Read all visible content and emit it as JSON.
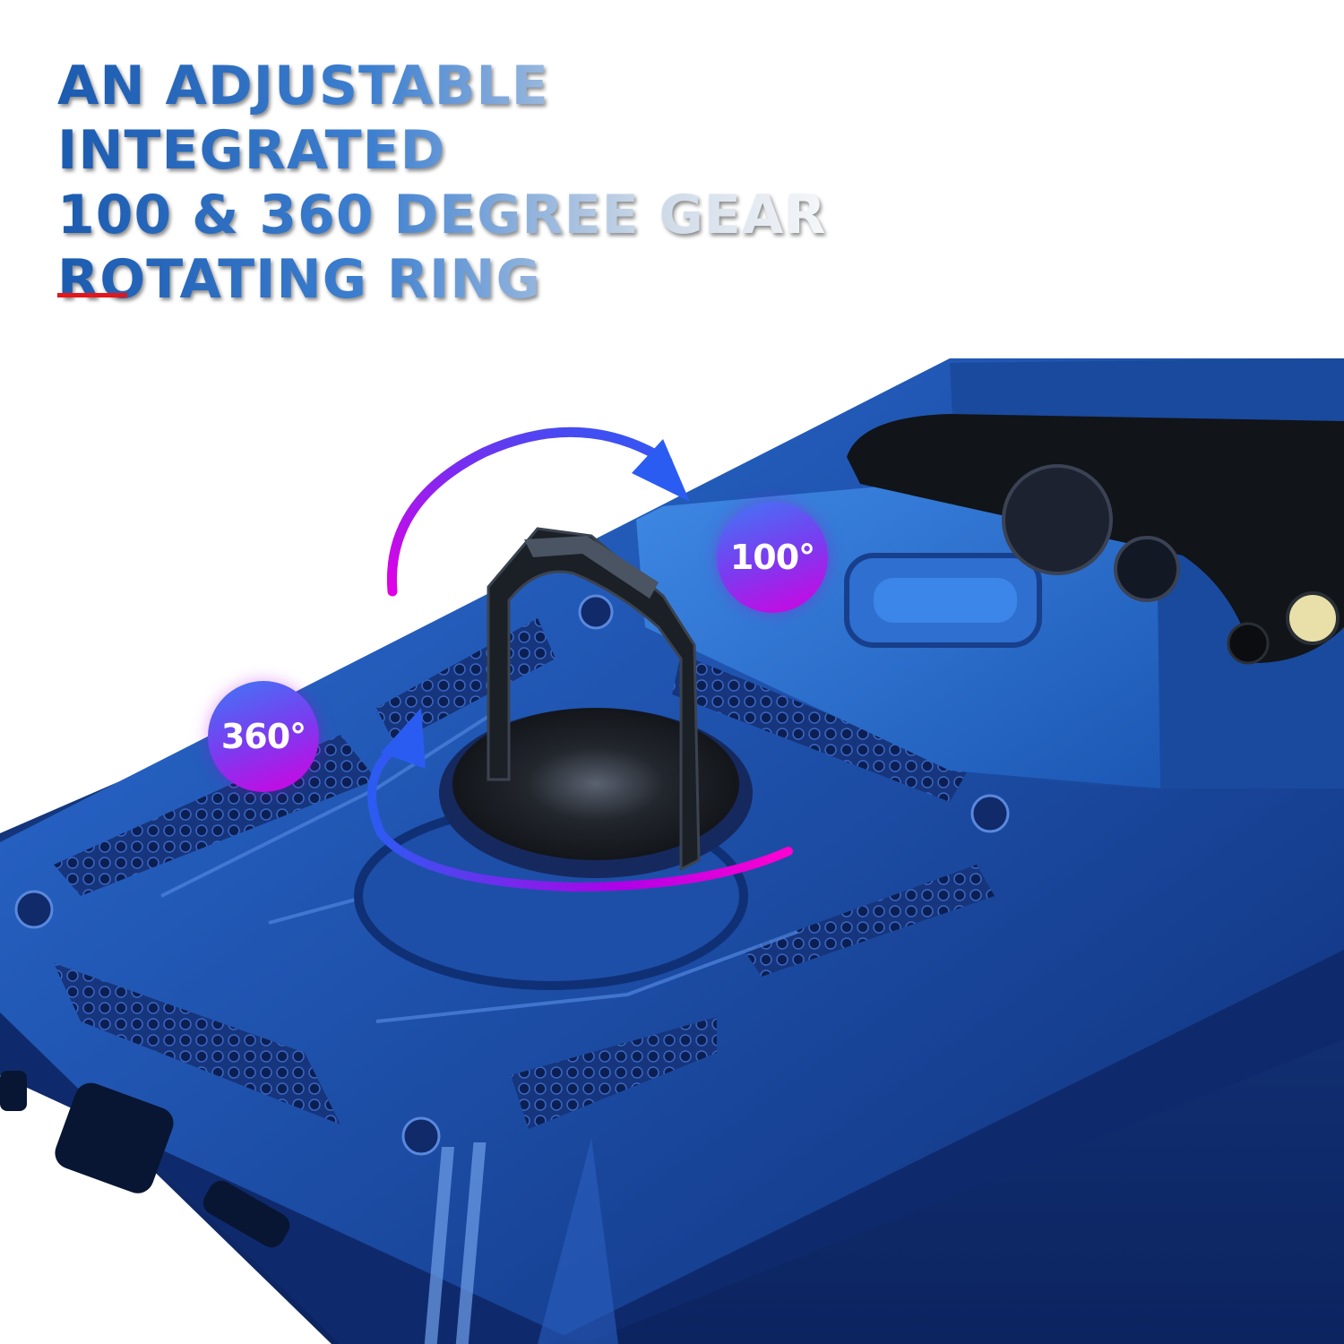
{
  "headline": {
    "line1": "AN ADJUSTABLE INTEGRATED",
    "line2": "100 & 360 DEGREE GEAR",
    "line3": "ROTATING RING"
  },
  "badges": {
    "rotate_100": "100°",
    "rotate_360": "360°"
  },
  "colors": {
    "headline_blue": "#1f5fb0",
    "accent_red": "#e3161b",
    "case_blue": "#1d4fa8",
    "arrow_blue": "#2b5cf2",
    "arrow_magenta": "#e000e6",
    "badge_blue": "#3f78f5",
    "badge_magenta": "#d400e0"
  },
  "product": {
    "description_icons": [
      "phone-case",
      "ring-stand",
      "camera-slider",
      "rotation-arrow"
    ]
  }
}
